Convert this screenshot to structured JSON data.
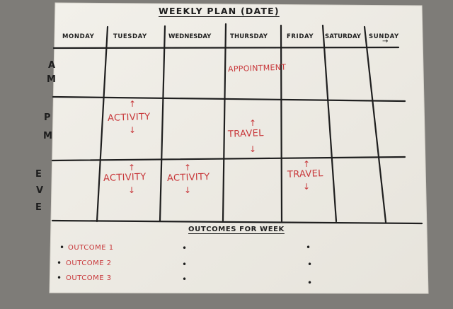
{
  "title": "Weekly Plan (Date)",
  "days": [
    "Monday",
    "Tuesday",
    "Wednesday",
    "Thursday",
    "Friday",
    "Saturday",
    "Sunday"
  ],
  "row_labels": {
    "am": [
      "A",
      "M"
    ],
    "pm": [
      "P",
      "M"
    ],
    "eve": [
      "E",
      "V",
      "E"
    ]
  },
  "entries": {
    "thu_am": "Appointment",
    "tue_pm": "Activity",
    "thu_pm": "Travel",
    "tue_eve": "Activity",
    "wed_eve": "Activity",
    "fri_eve": "Travel"
  },
  "outcomes": {
    "heading": "Outcomes for Week",
    "items": [
      "Outcome 1",
      "Outcome 2",
      "Outcome 3"
    ]
  },
  "colors": {
    "ink": "#1e1e1e",
    "red_ink": "#c8373a",
    "paper": "#f1efe9",
    "table": "#7e7c78"
  }
}
